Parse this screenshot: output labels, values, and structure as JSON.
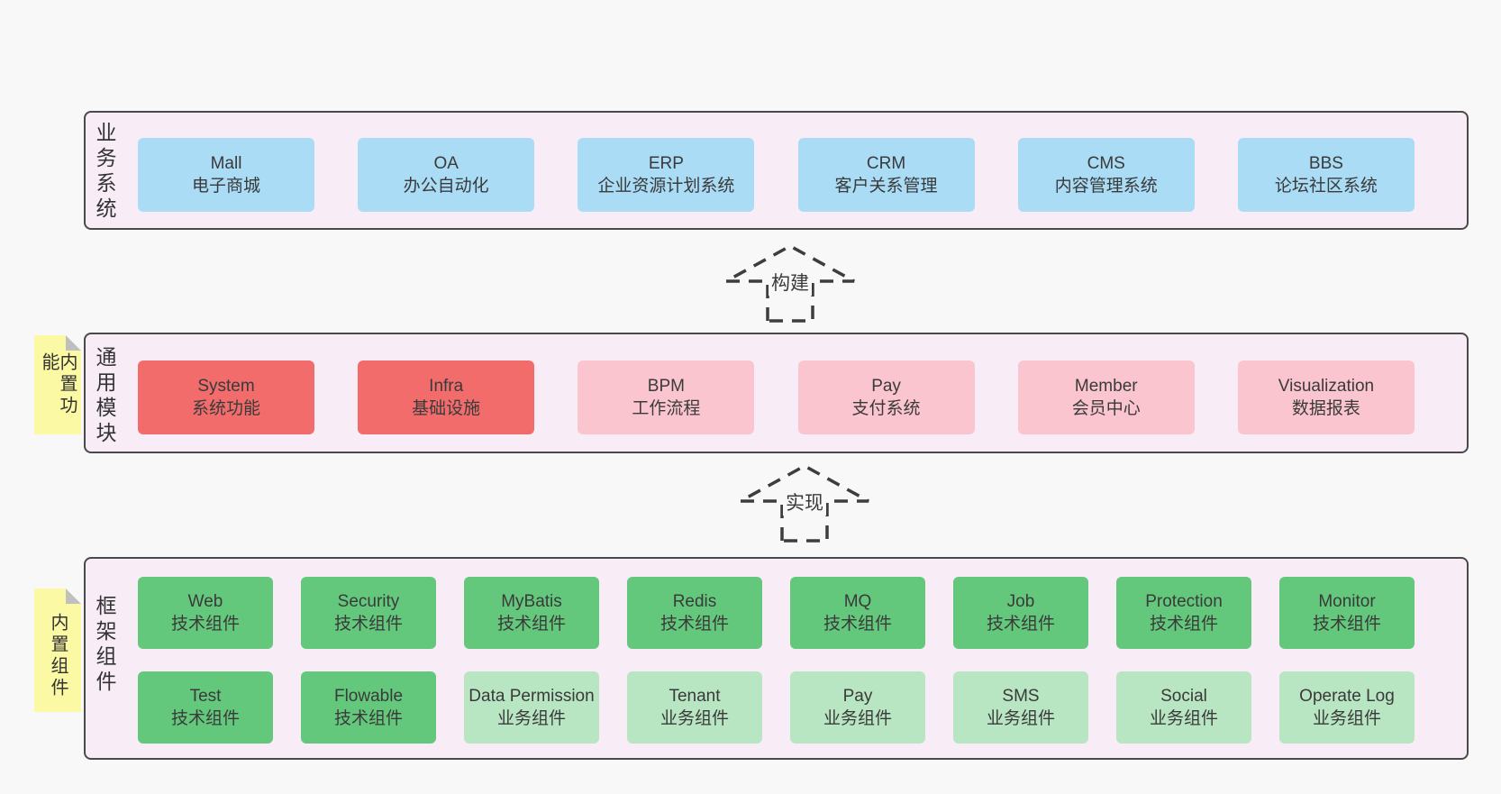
{
  "colors": {
    "page_bg": "#f8f8f8",
    "band_bg": "#f8edf7",
    "band_border": "#4a4a4a",
    "blue_box": "#aadcf5",
    "red_box": "#f26c6c",
    "pink_box": "#fac5ce",
    "green_box": "#64c87c",
    "light_green_box": "#b8e5c2",
    "sticky_note": "#fbf9a3",
    "sticky_fold": "#bfbfbf",
    "text": "#3a3a3a"
  },
  "arrows": [
    {
      "label": "构建"
    },
    {
      "label": "实现"
    }
  ],
  "bands": [
    {
      "label": "业务系统",
      "boxes": [
        {
          "title": "Mall",
          "subtitle": "电子商城"
        },
        {
          "title": "OA",
          "subtitle": "办公自动化"
        },
        {
          "title": "ERP",
          "subtitle": "企业资源计划系统"
        },
        {
          "title": "CRM",
          "subtitle": "客户关系管理"
        },
        {
          "title": "CMS",
          "subtitle": "内容管理系统"
        },
        {
          "title": "BBS",
          "subtitle": "论坛社区系统"
        }
      ]
    },
    {
      "label": "通用模块",
      "note": "内置功能",
      "boxes": [
        {
          "title": "System",
          "subtitle": "系统功能"
        },
        {
          "title": "Infra",
          "subtitle": "基础设施"
        },
        {
          "title": "BPM",
          "subtitle": "工作流程"
        },
        {
          "title": "Pay",
          "subtitle": "支付系统"
        },
        {
          "title": "Member",
          "subtitle": "会员中心"
        },
        {
          "title": "Visualization",
          "subtitle": "数据报表"
        }
      ]
    },
    {
      "label": "框架组件",
      "note": "内置组件",
      "rows": [
        [
          {
            "title": "Web",
            "subtitle": "技术组件"
          },
          {
            "title": "Security",
            "subtitle": "技术组件"
          },
          {
            "title": "MyBatis",
            "subtitle": "技术组件"
          },
          {
            "title": "Redis",
            "subtitle": "技术组件"
          },
          {
            "title": "MQ",
            "subtitle": "技术组件"
          },
          {
            "title": "Job",
            "subtitle": "技术组件"
          },
          {
            "title": "Protection",
            "subtitle": "技术组件"
          },
          {
            "title": "Monitor",
            "subtitle": "技术组件"
          }
        ],
        [
          {
            "title": "Test",
            "subtitle": "技术组件"
          },
          {
            "title": "Flowable",
            "subtitle": "技术组件"
          },
          {
            "title": "Data Permission",
            "subtitle": "业务组件"
          },
          {
            "title": "Tenant",
            "subtitle": "业务组件"
          },
          {
            "title": "Pay",
            "subtitle": "业务组件"
          },
          {
            "title": "SMS",
            "subtitle": "业务组件"
          },
          {
            "title": "Social",
            "subtitle": "业务组件"
          },
          {
            "title": "Operate Log",
            "subtitle": "业务组件"
          }
        ]
      ]
    }
  ]
}
